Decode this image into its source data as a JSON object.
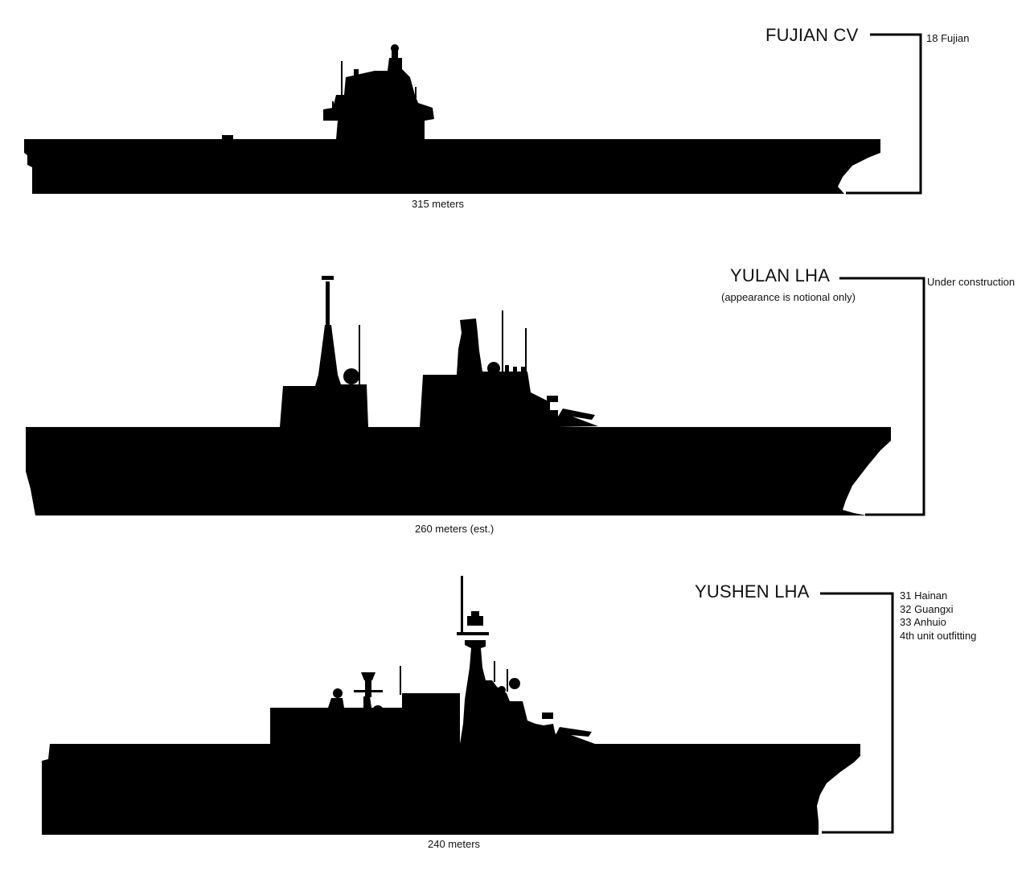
{
  "ships": [
    {
      "name": "FUJIAN CV",
      "length": "315 meters",
      "status": [
        "18 Fujian"
      ]
    },
    {
      "name": "YULAN LHA",
      "note": "(appearance is notional only)",
      "length": "260 meters (est.)",
      "status": [
        "Under construction"
      ]
    },
    {
      "name": "YUSHEN LHA",
      "length": "240 meters",
      "status": [
        "31 Hainan",
        "32 Guangxi",
        "33 Anhuio",
        "4th unit outfitting"
      ]
    }
  ],
  "colors": {
    "silhouette": "#000000",
    "background": "#ffffff",
    "text": "#111111"
  }
}
